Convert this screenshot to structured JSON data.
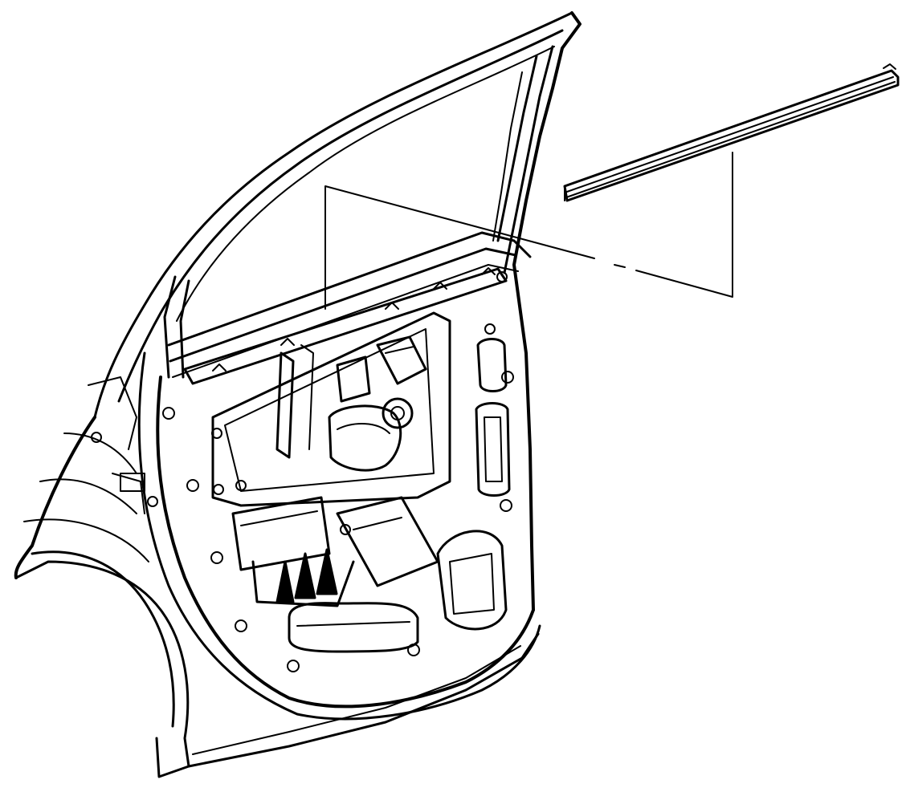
{
  "figure": {
    "kind": "exploded-view line drawing",
    "components": [
      {
        "name": "door-frame",
        "icon": "door-outline"
      },
      {
        "name": "window-regulator",
        "icon": "regulator-assembly"
      },
      {
        "name": "window-run-channel",
        "icon": "weatherstrip-channel"
      },
      {
        "name": "leader-line",
        "icon": "dashed-leader"
      }
    ],
    "colors": {
      "ink": "#000000",
      "paper": "#ffffff"
    }
  }
}
